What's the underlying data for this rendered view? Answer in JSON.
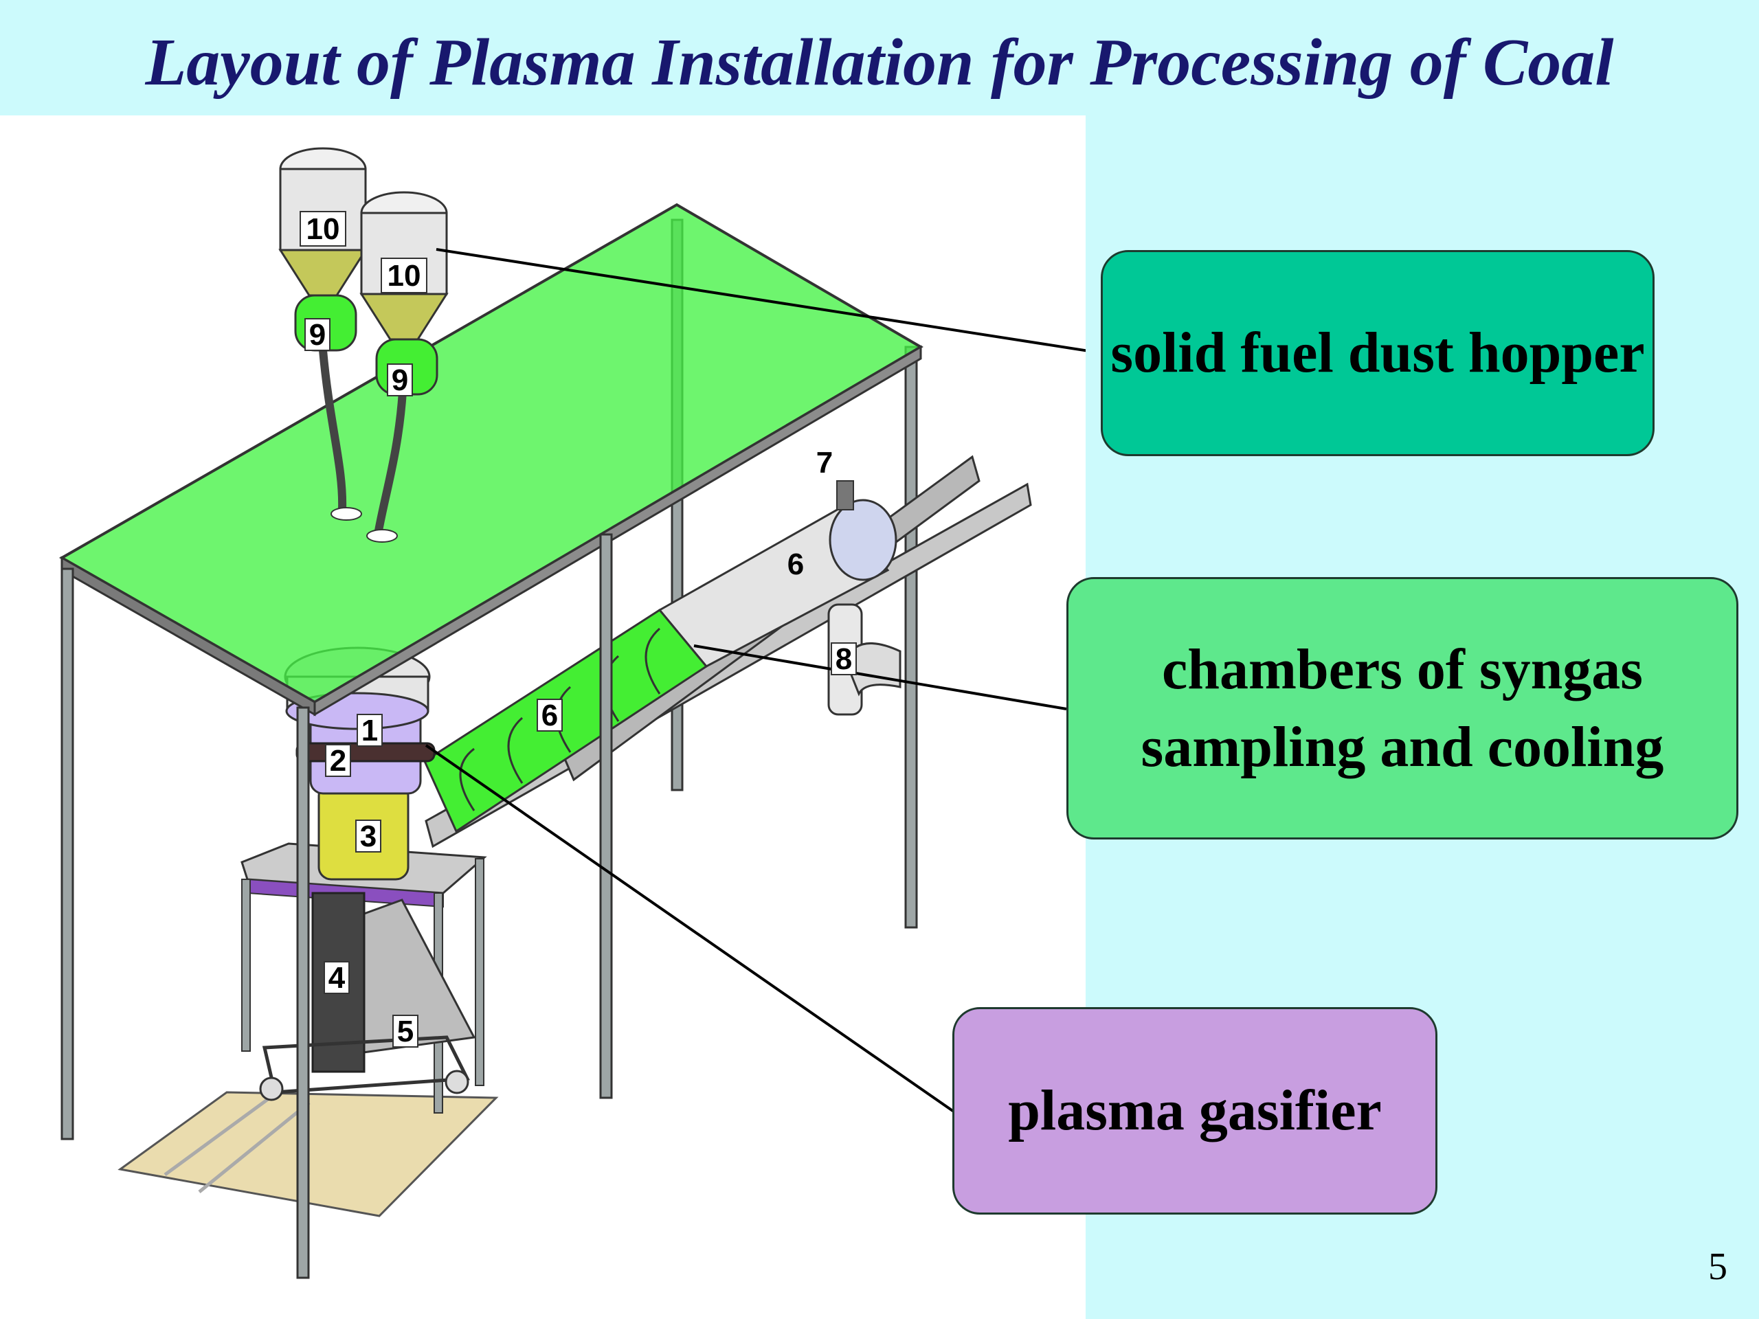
{
  "title": "Layout of Plasma Installation for Processing of Coal",
  "callouts": {
    "hopper": {
      "text": "solid fuel dust hopper",
      "color": "#00c896"
    },
    "chambers": {
      "text": "chambers of syngas sampling and cooling",
      "color": "#5ee88c"
    },
    "gasifier": {
      "text": "plasma gasifier",
      "color": "#c89ee0"
    }
  },
  "part_numbers": {
    "hopper_left": "10",
    "hopper_right": "10",
    "feeder_left": "9",
    "feeder_right": "9",
    "part_1": "1",
    "part_2": "2",
    "part_3": "3",
    "part_4": "4",
    "part_5": "5",
    "chamber_front": "6",
    "chamber_rear": "6",
    "part_7": "7",
    "part_8": "8"
  },
  "colors": {
    "background": "#ccfafc",
    "title": "#18186e",
    "canopy": "#5ff55f",
    "chamber_green": "#44ee33",
    "chamber_grey": "#e4e4e4",
    "gasifier_violet": "#c9b8f5",
    "gasifier_yellow": "#dede40"
  },
  "page_number": "5"
}
